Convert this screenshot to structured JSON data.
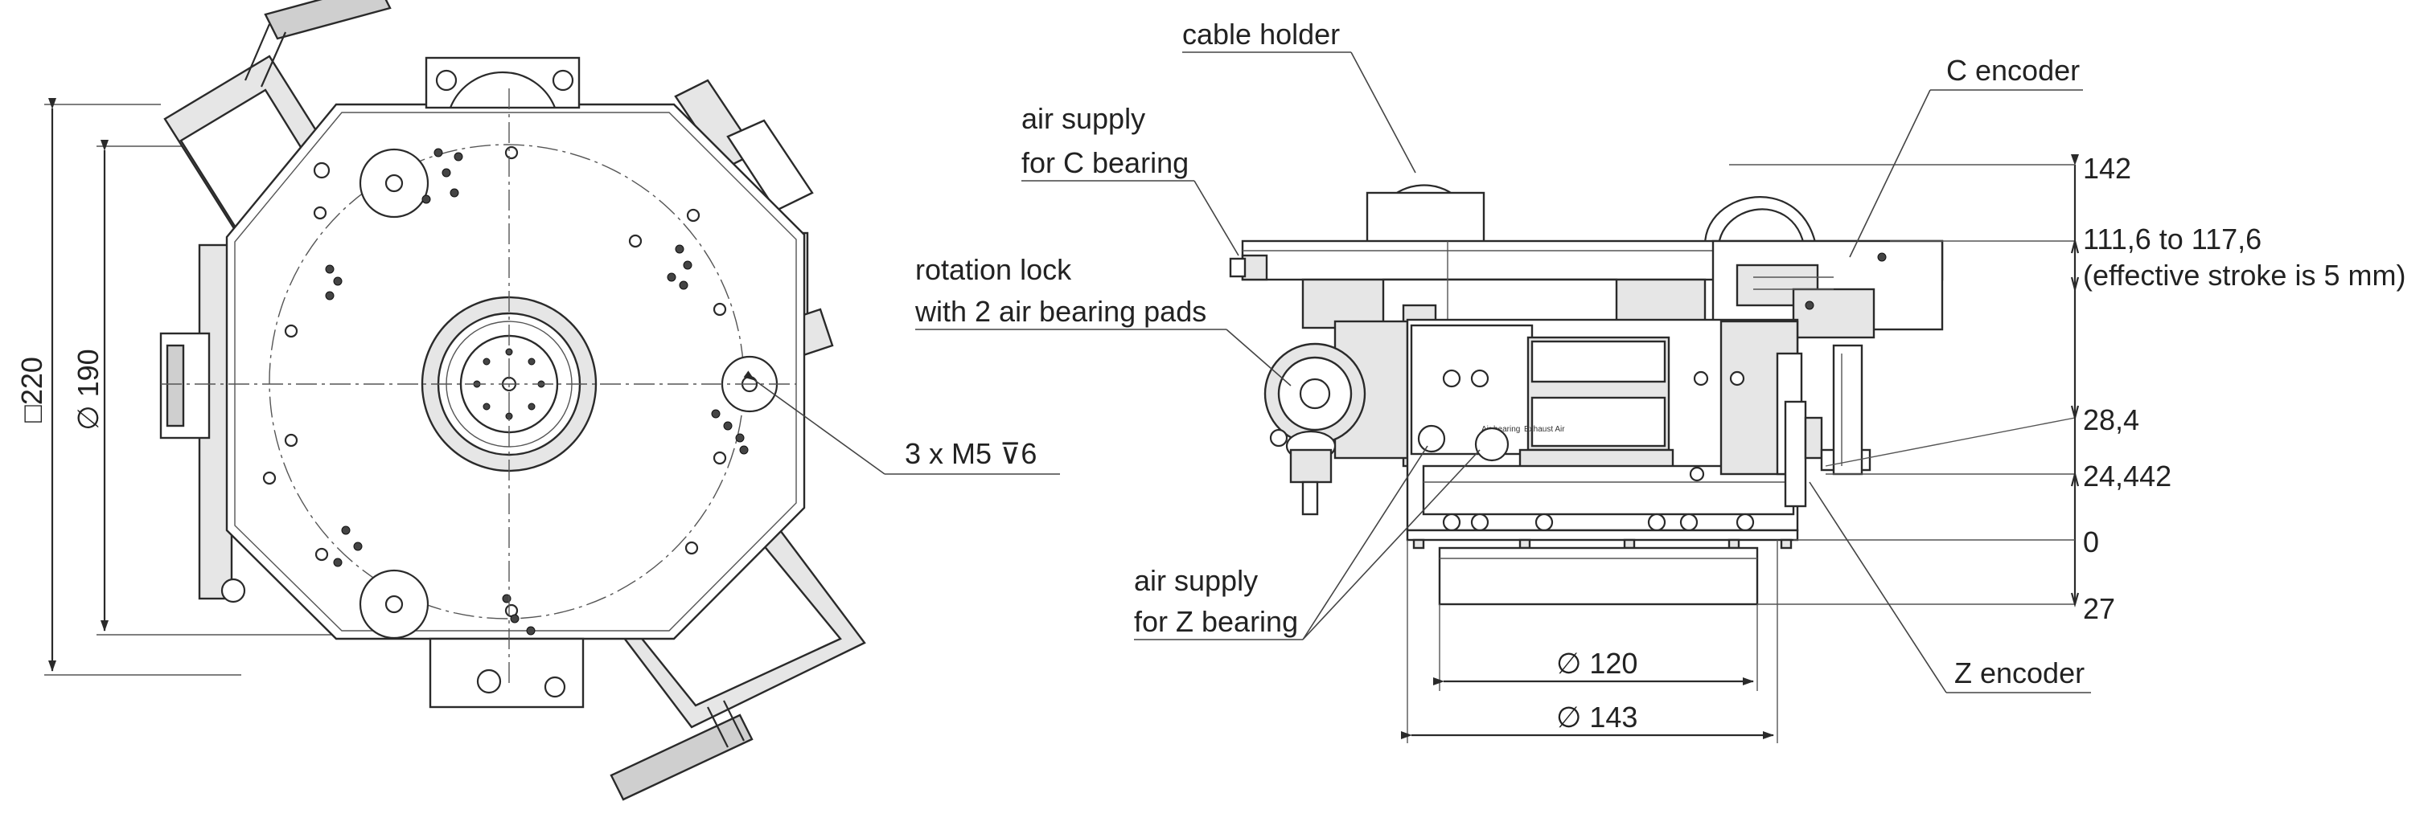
{
  "front_view": {
    "dim_square": "□220",
    "dim_diameter": "∅ 190",
    "thread_callout": "3 x M5 ⊽6"
  },
  "side_view": {
    "labels": {
      "cable_holder": "cable holder",
      "c_encoder": "C encoder",
      "air_supply_c_line1": "air supply",
      "air_supply_c_line2": "for C bearing",
      "rotation_lock_line1": "rotation lock",
      "rotation_lock_line2": "with 2 air bearing pads",
      "air_supply_z_line1": "air supply",
      "air_supply_z_line2": "for Z bearing",
      "z_encoder": "Z encoder",
      "plate_text_1": "Air bearing",
      "plate_text_2": "Exhaust Air"
    },
    "heights": {
      "h142": "142",
      "stroke_range": "111,6  to 117,6",
      "stroke_note": "(effective stroke is 5 mm)",
      "h28": "28,4",
      "h24": "24,442",
      "h0": "0",
      "h27": "27"
    },
    "diameters": {
      "d120": "∅ 120",
      "d143": "∅ 143"
    }
  }
}
